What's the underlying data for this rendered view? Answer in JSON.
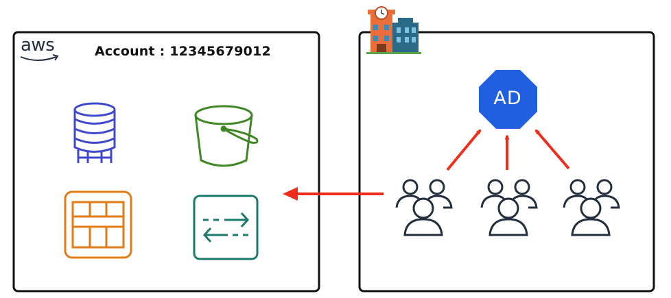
{
  "aws_account": {
    "logo_text": "aws",
    "label": "Account : 12345679012",
    "services": [
      {
        "icon": "database-icon",
        "color": "#3f48cc"
      },
      {
        "icon": "storage-bucket-icon",
        "color": "#3f8624"
      },
      {
        "icon": "table-icon",
        "color": "#e07b16"
      },
      {
        "icon": "data-transfer-icon",
        "color": "#1c7a6a"
      }
    ]
  },
  "on_premises": {
    "building_icon": "office-building-icon",
    "directory": {
      "label": "AD",
      "color": "#1f5fe0"
    },
    "user_groups": [
      {
        "icon": "user-group-icon"
      },
      {
        "icon": "user-group-icon"
      },
      {
        "icon": "user-group-icon"
      }
    ]
  },
  "colors": {
    "arrow": "#ee2d1c",
    "frame": "#111111",
    "users": "#232f3e"
  }
}
